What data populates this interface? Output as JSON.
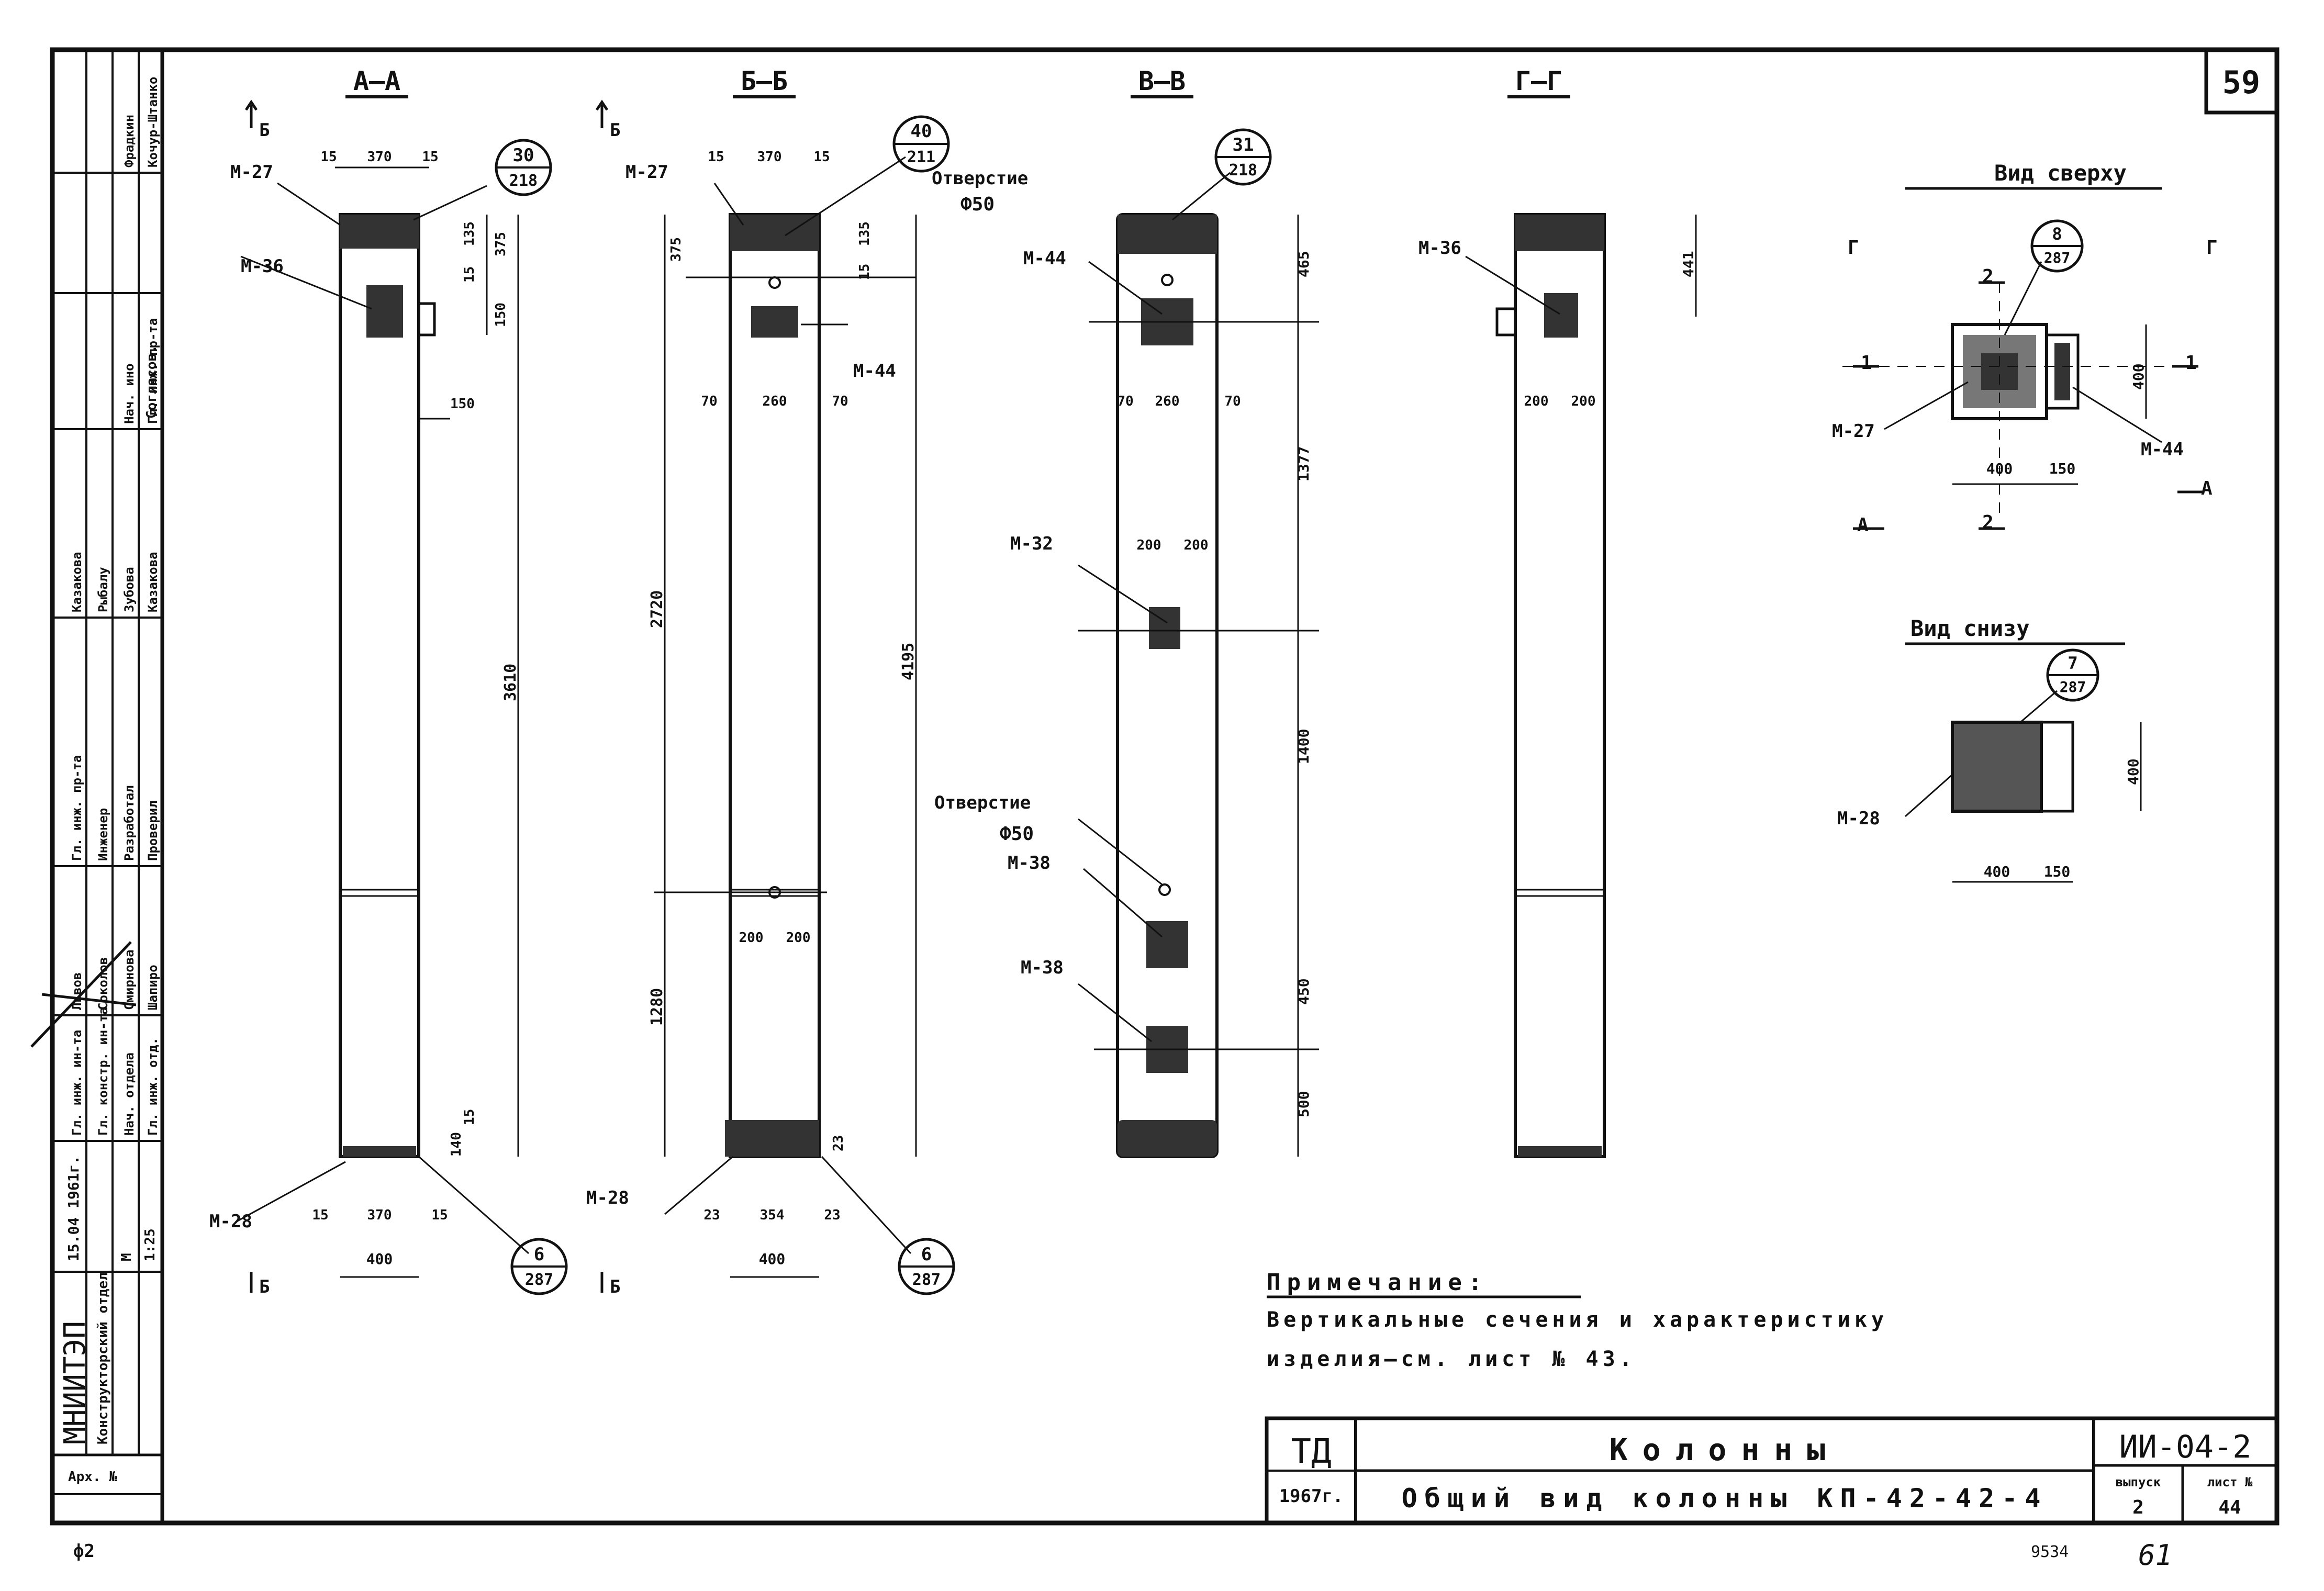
{
  "sheet_number": "59",
  "views": {
    "aa": {
      "title": "А—А",
      "marks": {
        "top": "М-27",
        "embed": "М-36",
        "bottom": "М-28"
      },
      "bubble_top": {
        "num": "30",
        "sheet": "218"
      },
      "bubble_bottom": {
        "num": "6",
        "sheet": "287"
      },
      "dims": {
        "w_top_left": "15",
        "w_top_mid": "370",
        "w_top_right": "15",
        "top_a": "135",
        "top_b": "15",
        "top_c": "375",
        "top_d": "150",
        "console": "150",
        "height": "3610",
        "bot_a": "15",
        "bot_b": "140",
        "w_bot_left": "15",
        "w_bot_mid": "370",
        "w_bot_right": "15",
        "w_total": "400"
      },
      "cut_top": "Б",
      "cut_bottom": "Б"
    },
    "bb": {
      "title": "Б—Б",
      "marks": {
        "top": "М-27",
        "embed": "М-44",
        "bottom": "М-28"
      },
      "bubble_top": {
        "num": "40",
        "sheet": "211"
      },
      "bubble_bottom": {
        "num": "6",
        "sheet": "287"
      },
      "dims": {
        "w_top_left": "15",
        "w_top_mid": "370",
        "w_top_right": "15",
        "top_a": "375",
        "top_b": "135",
        "top_c": "15",
        "m_left": "70",
        "m_mid": "260",
        "m_right": "70",
        "h_upper": "2720",
        "h_total": "4195",
        "h_lower": "1280",
        "hole_l": "200",
        "hole_r": "200",
        "bot_right": "23",
        "w_bot_left": "23",
        "w_bot_mid": "354",
        "w_bot_right": "23",
        "w_total": "400"
      },
      "cut_top": "Б",
      "cut_bottom": "Б"
    },
    "vv": {
      "title": "В—В",
      "bubble_top": {
        "num": "31",
        "sheet": "218"
      },
      "hole_label_top": "Отверстие",
      "hole_dia_top": "Ф50",
      "hole_label_mid": "Отверстие",
      "hole_dia_mid": "Ф50",
      "marks": {
        "m44": "М-44",
        "m32": "М-32",
        "m38a": "М-38",
        "m38b": "М-38"
      },
      "dims": {
        "top": "465",
        "m_left": "70",
        "m_mid": "260",
        "m_right": "70",
        "span1": "1377",
        "mid_l": "200",
        "mid_r": "200",
        "span2": "1400",
        "span3": "450",
        "span4": "500"
      }
    },
    "gg": {
      "title": "Г—Г",
      "marks": {
        "embed": "М-36"
      },
      "dims": {
        "top": "441",
        "w_l": "200",
        "w_r": "200"
      }
    }
  },
  "top_view": {
    "title": "Вид сверху",
    "bubble": {
      "num": "8",
      "sheet": "287"
    },
    "marks": {
      "left": "М-27",
      "right": "М-44"
    },
    "dims": {
      "w": "400",
      "console": "150",
      "h": "400"
    },
    "cuts": {
      "a": "А",
      "b": "А",
      "one_l": "1",
      "one_r": "1",
      "two_t": "2",
      "two_b": "2",
      "g_l": "Г",
      "g_r": "Г"
    }
  },
  "bottom_view": {
    "title": "Вид снизу",
    "bubble": {
      "num": "7",
      "sheet": "287"
    },
    "mark": "М-28",
    "dims": {
      "w": "400",
      "console": "150",
      "h": "400"
    }
  },
  "note": {
    "title": "Примечание:",
    "line1": "Вертикальные сечения и характеристику",
    "line2": "изделия—см. лист № 43."
  },
  "title_block": {
    "td": "ТД",
    "year": "1967г.",
    "title": "Колонны",
    "subtitle": "Общий вид колонны КП-42-42-4",
    "series": "ИИ-04-2",
    "issue_label": "выпуск",
    "issue": "2",
    "sheet_label": "лист №",
    "sheet": "44"
  },
  "stamp": {
    "org": "МНИИТЭП",
    "dept": "Конструкторский отдел",
    "date": "15.04 1961г.",
    "scale_label": "М",
    "scale": "1:25",
    "archive": "Арх. №",
    "agreed": "Согласов.",
    "roles": [
      "Гл. инж. ин-та",
      "Гл. констр. ин-та",
      "Нач. отдела",
      "Гл. инж. отд.",
      "Гл. инж. пр-та",
      "Инженер",
      "Разработал",
      "Проверил",
      "Нач. ино",
      "Гл. инж. пр-та"
    ],
    "names": [
      "Львов",
      "Соколов",
      "Смирнова",
      "Шапиро",
      "Казакова",
      "Рыбалу",
      "Зубова",
      "Казакова",
      "Фрадкин",
      "Кочур-Штанко"
    ]
  },
  "margin_notes": {
    "bottom_left": "ф2",
    "bottom_num": "9534",
    "bottom_sheet": "61"
  }
}
